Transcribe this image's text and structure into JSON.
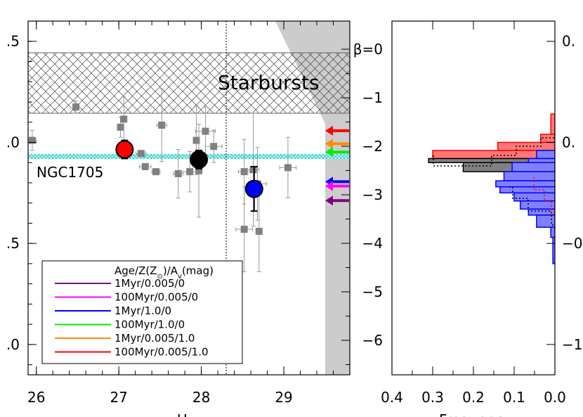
{
  "chart_data": [
    {
      "type": "scatter",
      "panel": "left",
      "xlabel": "U",
      "xlim": [
        25.9,
        29.8
      ],
      "ylim": [
        -1.15,
        0.6
      ],
      "x_ticks": [
        "26",
        "27",
        "28",
        "29"
      ],
      "y_ticks": [
        ".5",
        ".0",
        ".5",
        ".0"
      ],
      "secondary_y_label": "β",
      "secondary_y_ticks": [
        "β=0",
        "−1",
        "−2",
        "−3",
        "−4",
        "−5",
        "−6"
      ],
      "band_label": "Starbursts",
      "band_range": [
        0.155,
        0.445
      ],
      "reference_line_label": "NGC1705",
      "reference_line_value": -0.03,
      "vertical_dashed_line_x": 28.3,
      "gray_points": [
        {
          "x": 25.95,
          "y": 0.01,
          "xerr": 0.05,
          "yerr": 0.05
        },
        {
          "x": 26.48,
          "y": 0.175,
          "xerr": 0.0,
          "yerr": 0.03
        },
        {
          "x": 27.02,
          "y": 0.075,
          "xerr": 0.0,
          "yerr": 0.05
        },
        {
          "x": 27.06,
          "y": 0.115,
          "xerr": 0.0,
          "yerr": 0.11
        },
        {
          "x": 27.27,
          "y": -0.055,
          "xerr": 0.06,
          "yerr": 0.0
        },
        {
          "x": 27.32,
          "y": -0.12,
          "xerr": 0.07,
          "yerr": 0.0
        },
        {
          "x": 27.45,
          "y": -0.145,
          "xerr": 0.05,
          "yerr": 0.0
        },
        {
          "x": 27.52,
          "y": 0.085,
          "xerr": 0.06,
          "yerr": 0.18
        },
        {
          "x": 27.72,
          "y": -0.155,
          "xerr": 0.06,
          "yerr": 0.12
        },
        {
          "x": 27.86,
          "y": -0.145,
          "xerr": 0.12,
          "yerr": 0.1
        },
        {
          "x": 27.94,
          "y": 0.01,
          "xerr": 0.0,
          "yerr": 0.17
        },
        {
          "x": 27.97,
          "y": -0.14,
          "xerr": 0.0,
          "yerr": 0.23
        },
        {
          "x": 28.05,
          "y": 0.055,
          "xerr": 0.12,
          "yerr": 0.12
        },
        {
          "x": 28.15,
          "y": -0.02,
          "xerr": 0.1,
          "yerr": 0.08
        },
        {
          "x": 28.52,
          "y": -0.145,
          "xerr": 0.07,
          "yerr": 0.16
        },
        {
          "x": 28.52,
          "y": -0.43,
          "xerr": 0.1,
          "yerr": 0.21
        },
        {
          "x": 28.63,
          "y": -0.135,
          "xerr": 0.07,
          "yerr": 0.28
        },
        {
          "x": 28.68,
          "y": -0.205,
          "xerr": 0.11,
          "yerr": 0.18
        },
        {
          "x": 28.7,
          "y": -0.44,
          "xerr": 0.0,
          "yerr": 0.2
        },
        {
          "x": 29.05,
          "y": -0.125,
          "xerr": 0.1,
          "yerr": 0.15
        }
      ],
      "highlight_points": [
        {
          "x": 27.07,
          "y": -0.035,
          "yerr": 0.045,
          "color": "#ff0000"
        },
        {
          "x": 27.97,
          "y": -0.085,
          "yerr": 0.045,
          "color": "#000000"
        },
        {
          "x": 28.64,
          "y": -0.23,
          "yerr": 0.11,
          "color": "#0000ff"
        }
      ],
      "legend": {
        "title": "Age/Z(Z⊙)/Av(mag)",
        "placement": "bottom-left",
        "entries": [
          {
            "label": "1Myr/0.005/0",
            "color": "#800080"
          },
          {
            "label": "100Myr/0.005/0",
            "color": "#ff00ff"
          },
          {
            "label": "1Myr/1.0/0",
            "color": "#0000ff"
          },
          {
            "label": "100Myr/1.0/0",
            "color": "#00ee00"
          },
          {
            "label": "1Myr/0.005/1.0",
            "color": "#ff8c00"
          },
          {
            "label": "100Myr/0.005/1.0",
            "color": "#ff0000"
          }
        ]
      },
      "arrows_beta": [
        {
          "beta": -1.68,
          "color": "#ff0000"
        },
        {
          "beta": -1.95,
          "color": "#ff8c00"
        },
        {
          "beta": -2.12,
          "color": "#00ee00"
        },
        {
          "beta": -2.73,
          "color": "#0000ff"
        },
        {
          "beta": -2.82,
          "color": "#ff00ff"
        },
        {
          "beta": -3.12,
          "color": "#800080"
        }
      ]
    },
    {
      "type": "histogram",
      "panel": "right",
      "xlabel": "Frequency",
      "x_ticks": [
        "0.4",
        "0.3",
        "0.2",
        "0.1",
        "0.0"
      ],
      "xlim": [
        0.4,
        0.0
      ],
      "ylim": [
        -1.15,
        0.6
      ],
      "right_y_ticks": [
        "0.",
        "0.",
        "−0",
        "−1"
      ],
      "series": [
        {
          "fill": "#ff7777",
          "stroke": "#ff0000",
          "bins": [
            {
              "y0": 0.04,
              "y1": 0.14,
              "f": 0.01
            },
            {
              "y0": 0.0,
              "y1": 0.04,
              "f": 0.035
            },
            {
              "y0": -0.04,
              "y1": 0.0,
              "f": 0.14
            },
            {
              "y0": -0.08,
              "y1": -0.04,
              "f": 0.3
            }
          ]
        },
        {
          "fill": "#808080",
          "stroke": "#000000",
          "bins": [
            {
              "y0": -0.1,
              "y1": -0.08,
              "f": 0.31
            },
            {
              "y0": -0.145,
              "y1": -0.1,
              "f": 0.225
            }
          ]
        },
        {
          "fill": "#8080ff",
          "stroke": "#0000ff",
          "bins": [
            {
              "y0": -0.08,
              "y1": -0.04,
              "f": 0.045
            },
            {
              "y0": -0.1,
              "y1": -0.08,
              "f": 0.065
            },
            {
              "y0": -0.145,
              "y1": -0.1,
              "f": 0.105
            },
            {
              "y0": -0.19,
              "y1": -0.145,
              "f": 0.125
            },
            {
              "y0": -0.22,
              "y1": -0.19,
              "f": 0.145
            },
            {
              "y0": -0.25,
              "y1": -0.22,
              "f": 0.135
            },
            {
              "y0": -0.29,
              "y1": -0.25,
              "f": 0.1
            },
            {
              "y0": -0.33,
              "y1": -0.29,
              "f": 0.085
            },
            {
              "y0": -0.36,
              "y1": -0.33,
              "f": 0.065
            },
            {
              "y0": -0.42,
              "y1": -0.36,
              "f": 0.045
            },
            {
              "y0": -0.47,
              "y1": -0.42,
              "f": 0.01
            },
            {
              "y0": -0.6,
              "y1": -0.47,
              "f": 0.005
            }
          ]
        }
      ]
    }
  ]
}
